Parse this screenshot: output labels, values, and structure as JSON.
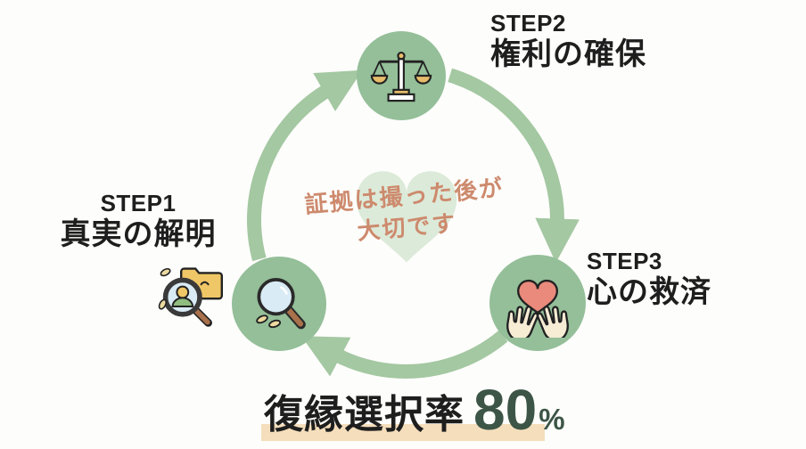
{
  "cycle": {
    "steps": [
      {
        "label": "STEP1",
        "title": "真実の解明",
        "icon": "magnifier-icon"
      },
      {
        "label": "STEP2",
        "title": "権利の確保",
        "icon": "scales-icon"
      },
      {
        "label": "STEP3",
        "title": "心の救済",
        "icon": "heart-hands-icon"
      }
    ],
    "direction": "clockwise",
    "arrow_color": "#a4c8a2",
    "circle_color": "#94bf99"
  },
  "center": {
    "message_line1": "証拠は撮った後が",
    "message_line2": "大切です",
    "text_color": "#cd8a6d",
    "heart_watermark_color": "#dcead9"
  },
  "footer": {
    "label": "復縁選択率",
    "value": "80",
    "unit": "%",
    "value_color": "#3c5546",
    "highlight_color": "#f5debc"
  },
  "icons": {
    "step1_extra": "search-person-folder-icon",
    "step1": "magnifier-leaves-icon",
    "step2": "balance-scales-icon",
    "step3": "heart-in-hands-icon",
    "center": "heart-watermark"
  }
}
